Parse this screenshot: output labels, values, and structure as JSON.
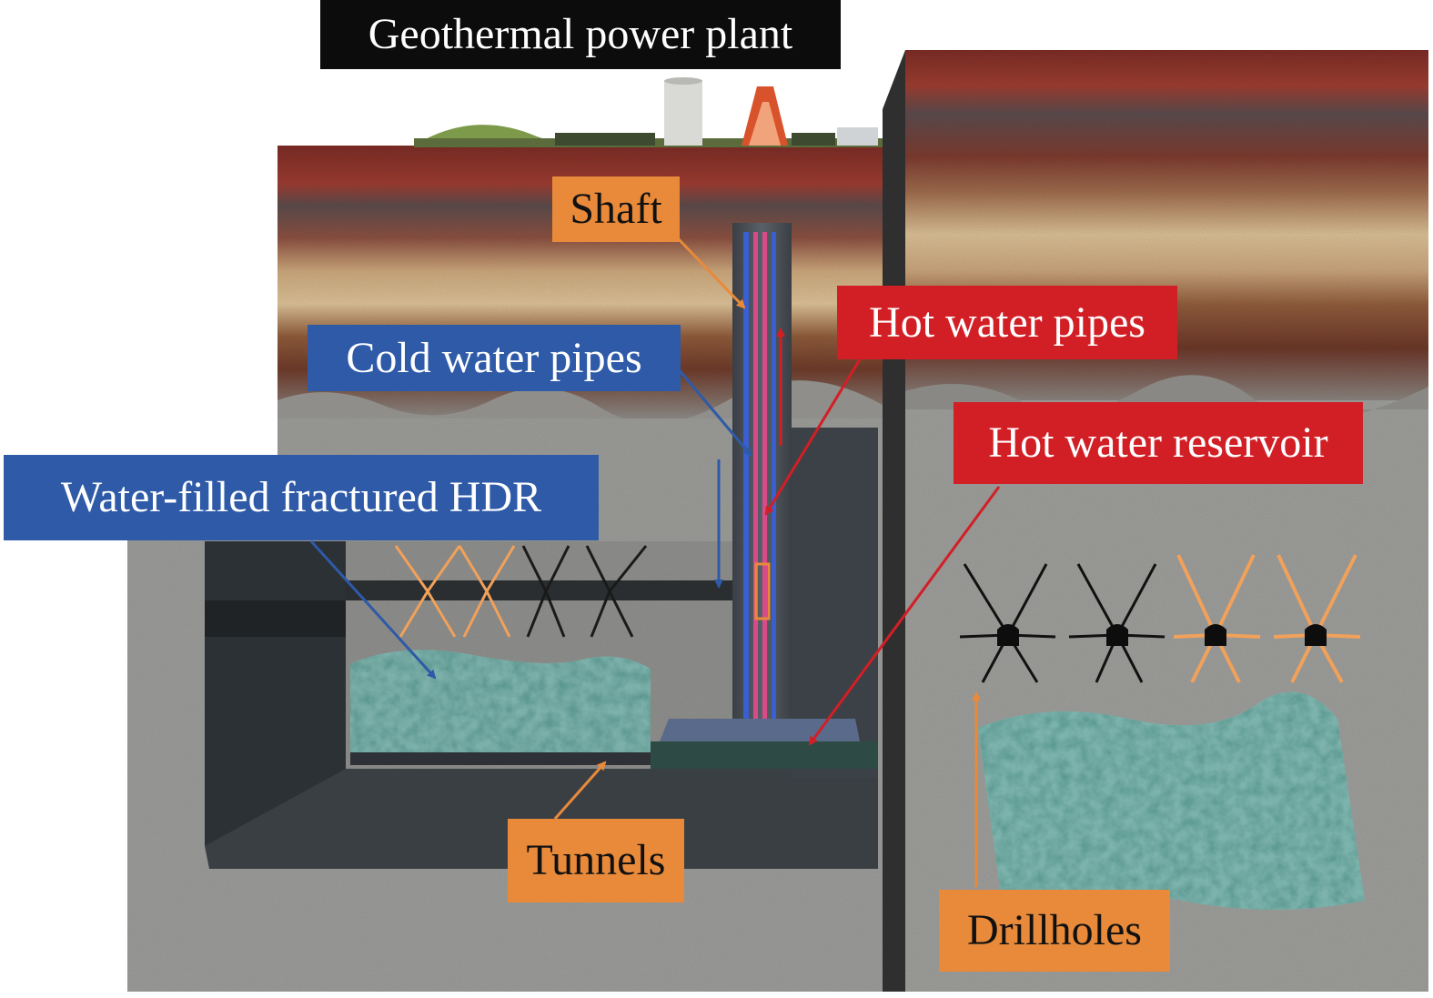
{
  "labels": {
    "title": "Geothermal power plant",
    "shaft": "Shaft",
    "cold_water_pipes": "Cold water pipes",
    "hot_water_pipes": "Hot water pipes",
    "hot_water_reservoir": "Hot water reservoir",
    "water_filled_hdr": "Water-filled fractured HDR",
    "tunnels": "Tunnels",
    "drillholes": "Drillholes"
  },
  "colors": {
    "label_black": "#0c0c0c",
    "label_orange": "#e88a3a",
    "label_blue": "#2e5aa8",
    "label_red": "#d21f26",
    "rock_grey": "#9a9a98",
    "sediment_red": "#8a3a2e",
    "fractured_rock_teal": "#7fb3ad"
  }
}
